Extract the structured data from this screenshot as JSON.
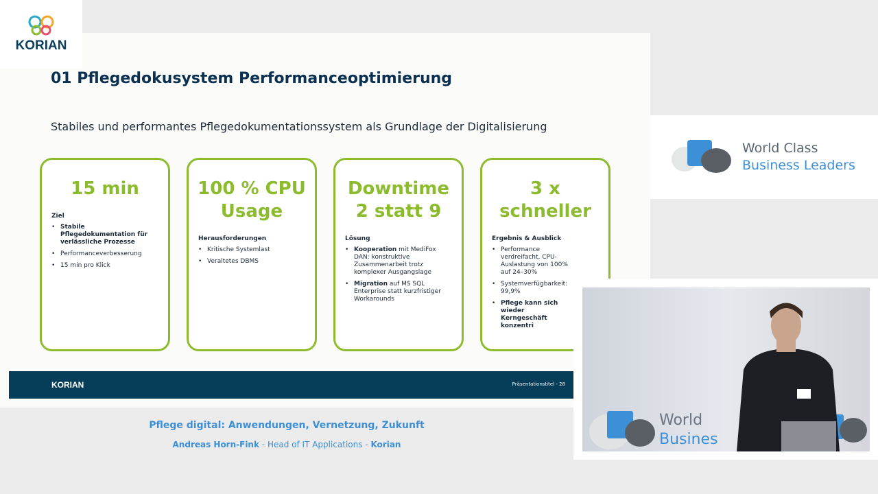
{
  "logo": {
    "text": "KORIAN"
  },
  "slide": {
    "title": "01 Pflegedokusystem Performanceoptimierung",
    "subtitle": "Stabiles und performantes Pflegedokumentationssystem als Grundlage der Digitalisierung",
    "cards": [
      {
        "big": [
          "15 min"
        ],
        "heading": "Ziel",
        "items": [
          {
            "bold": "Stabile Pflegedokumentation für verlässliche Prozesse",
            "text": ""
          },
          {
            "bold": "",
            "text": "Performanceverbesserung"
          },
          {
            "bold": "",
            "text": "15 min pro Klick"
          }
        ]
      },
      {
        "big": [
          "100 % CPU",
          "Usage"
        ],
        "heading": "Herausforderungen",
        "items": [
          {
            "bold": "",
            "text": "Kritische Systemlast"
          },
          {
            "bold": "",
            "text": "Veraltetes DBMS"
          }
        ]
      },
      {
        "big": [
          "Downtime",
          "2 statt 9"
        ],
        "heading": "Lösung",
        "items": [
          {
            "bold": "Kooperation",
            "text": " mit MediFox DAN: konstruktive Zusammenarbeit trotz komplexer Ausgangslage"
          },
          {
            "bold": "Migration",
            "text": " auf MS SQL Enterprise statt kurzfristiger Workarounds"
          }
        ]
      },
      {
        "big": [
          "3 x",
          "schneller"
        ],
        "heading": "Ergebnis & Ausblick",
        "items": [
          {
            "bold": "",
            "text": "Performance verdreifacht, CPU-Auslastung von 100% auf 24–30%"
          },
          {
            "bold": "",
            "text": "Systemverfügbarkeit: 99,9%"
          },
          {
            "bold": "Pflege kann sich wieder Kerngeschäft konzentri",
            "text": ""
          }
        ]
      }
    ],
    "footer_logo": "KORIAN",
    "footer_text": "Präsentationstitel - 28"
  },
  "brand": {
    "line1": "World Class",
    "line2": "Business Leaders"
  },
  "video": {
    "banner_line1": "World",
    "banner_line2": "Busines"
  },
  "caption": {
    "title": "Pflege digital: Anwendungen, Vernetzung, Zukunft",
    "speaker": "Andreas Horn-Fink",
    "sep1": " - ",
    "role": "Head of IT Applications",
    "sep2": " - ",
    "company": "Korian"
  },
  "colors": {
    "accent_green": "#8dbb2e",
    "navy": "#063d58",
    "caption_blue": "#3d8fd6"
  }
}
